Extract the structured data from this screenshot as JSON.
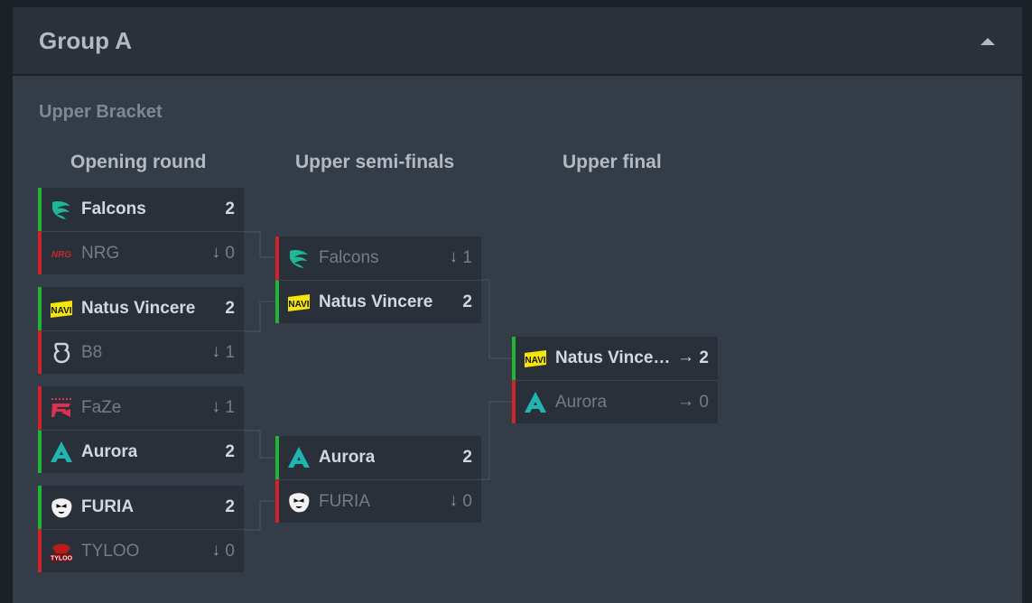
{
  "group": {
    "title": "Group A",
    "collapse_icon": "caret-up-icon"
  },
  "bracket": {
    "label": "Upper Bracket",
    "columns": [
      "Opening round",
      "Upper semi-finals",
      "Upper final"
    ]
  },
  "opening_round": [
    {
      "top": {
        "name": "Falcons",
        "score": "2",
        "result": "win",
        "logo": "falcons-logo"
      },
      "bottom": {
        "name": "NRG",
        "score": "0",
        "result": "loss",
        "logo": "nrg-logo",
        "arrow": "↓"
      }
    },
    {
      "top": {
        "name": "Natus Vincere",
        "score": "2",
        "result": "win",
        "logo": "navi-logo"
      },
      "bottom": {
        "name": "B8",
        "score": "1",
        "result": "loss",
        "logo": "b8-logo",
        "arrow": "↓"
      }
    },
    {
      "top": {
        "name": "FaZe",
        "score": "1",
        "result": "loss",
        "logo": "faze-logo",
        "arrow": "↓"
      },
      "bottom": {
        "name": "Aurora",
        "score": "2",
        "result": "win",
        "logo": "aurora-logo"
      }
    },
    {
      "top": {
        "name": "FURIA",
        "score": "2",
        "result": "win",
        "logo": "furia-logo"
      },
      "bottom": {
        "name": "TYLOO",
        "score": "0",
        "result": "loss",
        "logo": "tyloo-logo",
        "arrow": "↓"
      }
    }
  ],
  "semi_finals": [
    {
      "top": {
        "name": "Falcons",
        "score": "1",
        "result": "loss",
        "logo": "falcons-logo",
        "arrow": "↓"
      },
      "bottom": {
        "name": "Natus Vincere",
        "score": "2",
        "result": "win",
        "logo": "navi-logo"
      }
    },
    {
      "top": {
        "name": "Aurora",
        "score": "2",
        "result": "win",
        "logo": "aurora-logo"
      },
      "bottom": {
        "name": "FURIA",
        "score": "0",
        "result": "loss",
        "logo": "furia-logo",
        "arrow": "↓"
      }
    }
  ],
  "final": [
    {
      "top": {
        "name": "Natus Vince…",
        "score": "2",
        "result": "win",
        "logo": "navi-logo",
        "arrow": "→"
      },
      "bottom": {
        "name": "Aurora",
        "score": "0",
        "result": "loss",
        "logo": "aurora-logo",
        "arrow": "→"
      }
    }
  ],
  "colors": {
    "win": "#20b534",
    "loss": "#d0232b",
    "panel": "#343c48",
    "header": "#2a313b",
    "card": "#29303a"
  }
}
